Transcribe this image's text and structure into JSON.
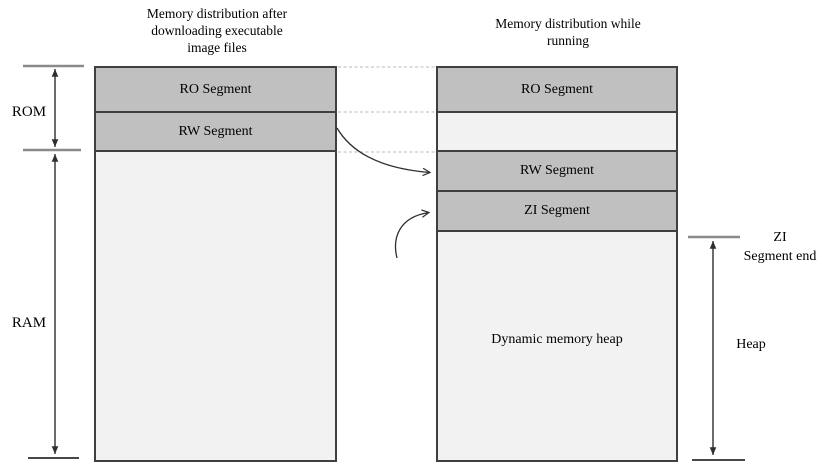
{
  "titles": {
    "left": "Memory distribution after\ndownloading executable\nimage files",
    "right": "Memory distribution while\nrunning"
  },
  "left_column": {
    "ro": "RO Segment",
    "rw": "RW Segment"
  },
  "right_column": {
    "ro": "RO Segment",
    "rw": "RW Segment",
    "zi": "ZI Segment",
    "heap": "Dynamic memory heap"
  },
  "side_labels": {
    "rom": "ROM",
    "ram": "RAM",
    "zi_end": "ZI\nSegment end",
    "heap": "Heap"
  },
  "colors": {
    "segment_fill": "#c0c0c0",
    "light_fill": "#f2f2f2",
    "border": "#3f3f3f",
    "tick_gray": "#8a8a8a",
    "dash": "#c8c8c8",
    "line": "#2e2e2e",
    "text": "#000000",
    "background": "#ffffff"
  }
}
